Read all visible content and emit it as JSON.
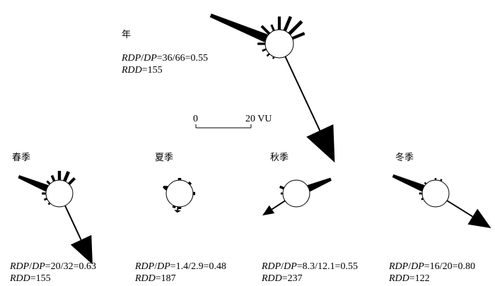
{
  "colors": {
    "ink": "#000000",
    "paper": "#ffffff"
  },
  "scale_bar": {
    "zero": "0",
    "max": "20 VU"
  },
  "panels": [
    {
      "id": "annual",
      "title": "年",
      "ratio_label_a": "RDP",
      "ratio_sep": "/",
      "ratio_label_b": "DP",
      "ratio_value": "=36/66=0.55",
      "rdd_label": "RDD",
      "rdd_value": "=155",
      "rdd_deg": 155,
      "rdp_length_vu": 36,
      "sectors_deg": [
        292.5,
        315,
        337.5,
        0,
        22.5,
        45,
        67.5,
        270,
        247.5,
        225,
        202.5
      ],
      "sectors_len_vu": [
        55,
        10,
        6,
        12,
        14,
        16,
        12,
        7,
        4,
        3,
        2
      ]
    },
    {
      "id": "spring",
      "title": "春季",
      "ratio_label_a": "RDP",
      "ratio_sep": "/",
      "ratio_label_b": "DP",
      "ratio_value": "=20/32=0.63",
      "rdd_label": "RDD",
      "rdd_value": "=155",
      "rdd_deg": 155,
      "rdp_length_vu": 20,
      "sectors_deg": [
        292.5,
        315,
        337.5,
        0,
        22.5,
        45,
        270,
        247.5,
        225
      ],
      "sectors_len_vu": [
        30,
        4,
        6,
        9,
        10,
        8,
        4,
        3,
        2
      ]
    },
    {
      "id": "summer",
      "title": "夏季",
      "ratio_label_a": "RDP",
      "ratio_sep": "/",
      "ratio_label_b": "DP",
      "ratio_value": "=1.4/2.9=0.48",
      "rdd_label": "RDD",
      "rdd_value": "=187",
      "rdd_deg": 187,
      "rdp_length_vu": 1.4,
      "sectors_deg": [
        292.5,
        0,
        45,
        90,
        180,
        202.5
      ],
      "sectors_len_vu": [
        2,
        1,
        1,
        1,
        1,
        1
      ]
    },
    {
      "id": "autumn",
      "title": "秋季",
      "ratio_label_a": "RDP",
      "ratio_sep": "/",
      "ratio_label_b": "DP",
      "ratio_value": "=8.3/12.1=0.55",
      "rdd_label": "RDD",
      "rdd_value": "=237",
      "rdd_deg": 237,
      "rdp_length_vu": 8.3,
      "sectors_deg": [
        67.5,
        292.5,
        270
      ],
      "sectors_len_vu": [
        22,
        4,
        2
      ]
    },
    {
      "id": "winter",
      "title": "冬季",
      "ratio_label_a": "RDP",
      "ratio_sep": "/",
      "ratio_label_b": "DP",
      "ratio_value": "=16/20=0.80",
      "rdd_label": "RDD",
      "rdd_value": "=122",
      "rdd_deg": 122,
      "rdp_length_vu": 16,
      "sectors_deg": [
        292.5,
        315,
        0,
        22.5,
        270,
        247.5
      ],
      "sectors_len_vu": [
        32,
        2,
        2,
        2,
        3,
        2
      ]
    }
  ]
}
